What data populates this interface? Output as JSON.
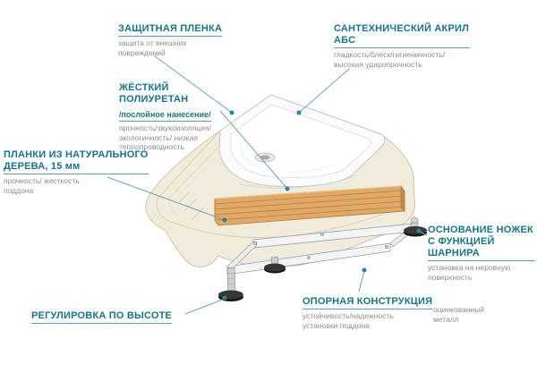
{
  "colors": {
    "accent_teal": "#15758a",
    "underline": "#5aa0af",
    "subtext_gray": "#8c8c8c",
    "leader_line": "#6aa7b4",
    "leader_dot": "#2e8396",
    "shell_cream": "#f1ebdb",
    "wood_tan": "#e0aa66",
    "metal_light": "#f4f4f4",
    "foot_black": "#1c1c1c"
  },
  "labels": {
    "protective_film": {
      "title": "ЗАЩИТНАЯ ПЛЕНКА",
      "subtext": "защита от внешних повреждений"
    },
    "acrylic": {
      "title": "САНТЕХНИЧЕСКИЙ АКРИЛ АБС",
      "subtext": "гладкость/блеск/гигиеничность/ высокая ударопрочность"
    },
    "polyurethane": {
      "title": "ЖЁСТКИЙ ПОЛИУРЕТАН",
      "title_note": "/послойное нанесение/",
      "subtext": "прочность/звукоизоляция/ экологичность/ низкая теплопроводность"
    },
    "wood_planks": {
      "title": "ПЛАНКИ ИЗ НАТУРАЛЬНОГО ДЕРЕВА, 15 мм",
      "subtext": "прочность/ жесткость поддона"
    },
    "feet_base": {
      "title": "ОСНОВАНИЕ НОЖЕК С ФУНКЦИЕЙ ШАРНИРА",
      "subtext": "установка на неровную поверхность"
    },
    "height_adjustment": {
      "title": "РЕГУЛИРОВКА ПО ВЫСОТЕ"
    },
    "support_frame": {
      "title": "ОПОРНАЯ КОНСТРУКЦИЯ",
      "subtext": "устойчивость/надежность установки поддона",
      "note": "оцинкованный металл"
    }
  },
  "diagram": {
    "subject": "corner-shower-tray-cutaway",
    "parts": [
      "tray-top-acrylic",
      "drain-hole",
      "shell-body-cream",
      "wood-plank-band",
      "metal-support-frame",
      "adjustable-foot-left",
      "foot-middle",
      "hinged-foot-right"
    ]
  }
}
